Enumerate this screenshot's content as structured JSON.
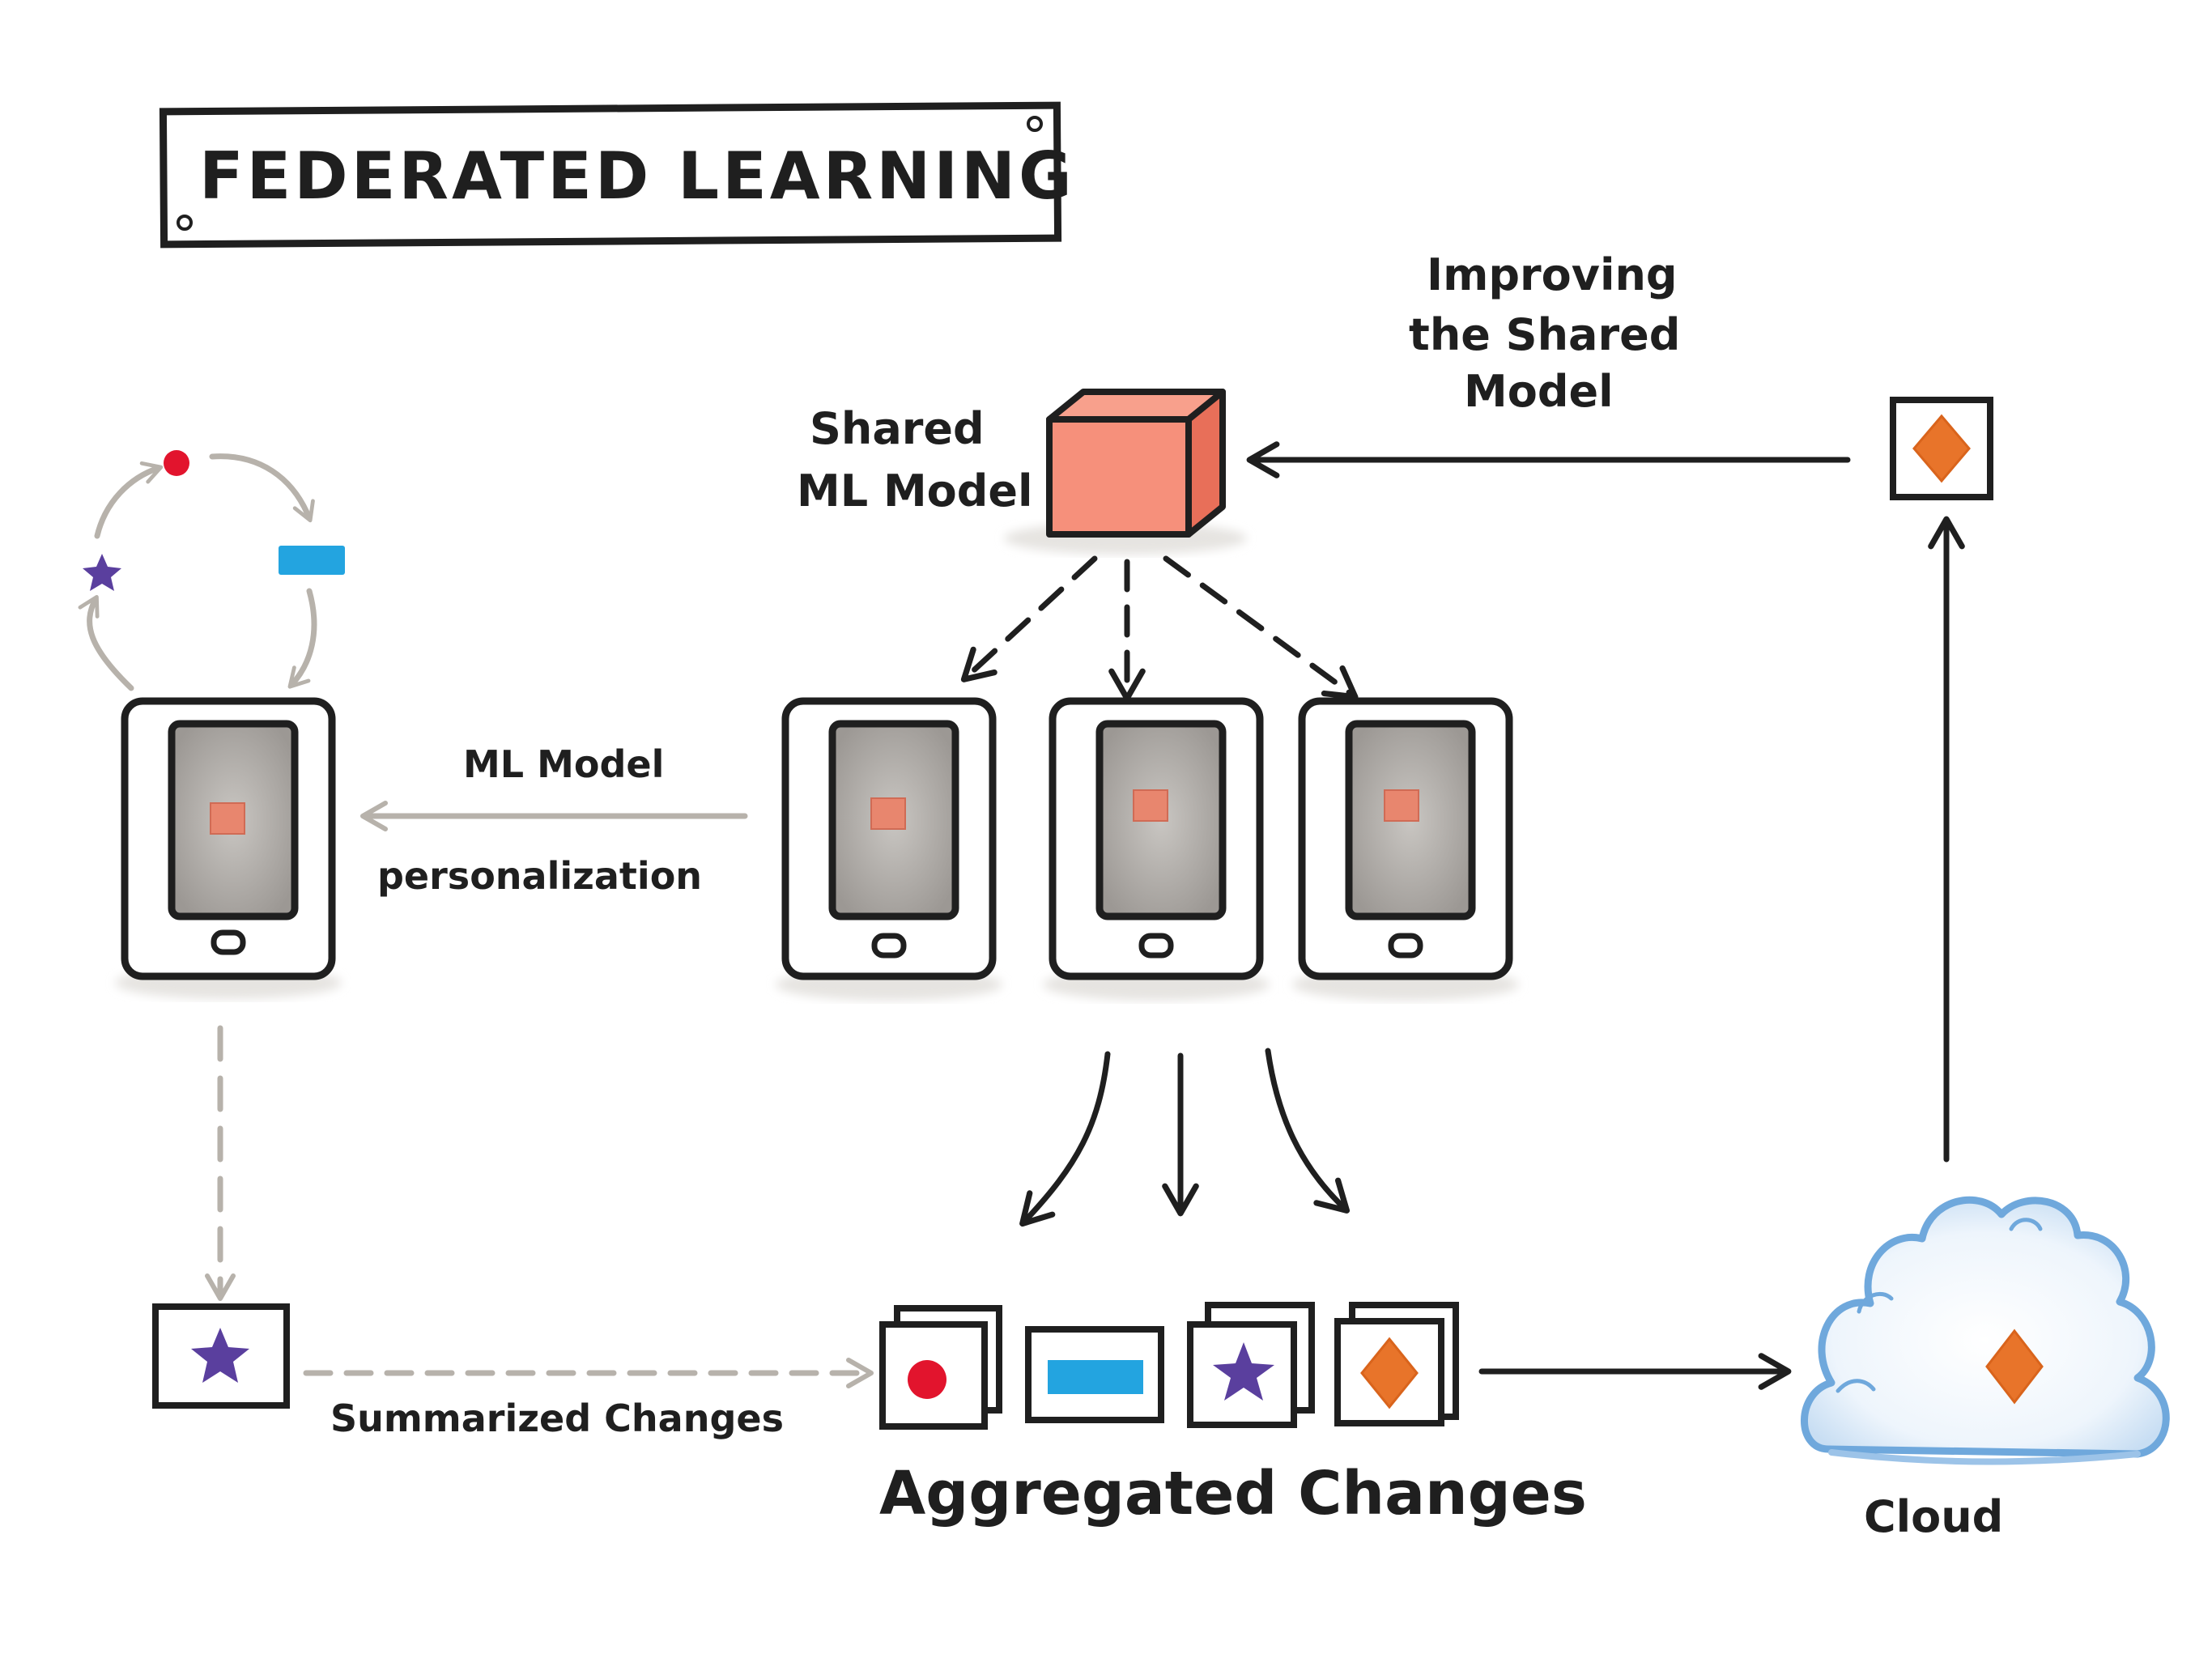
{
  "title": "FEDERATED LEARNING",
  "labels": {
    "shared_model": [
      "Shared",
      "ML Model"
    ],
    "improving": [
      "Improving",
      "the Shared",
      "Model"
    ],
    "ml_model": "ML Model",
    "personalization": "personalization",
    "summarized_changes": "Summarized Changes",
    "aggregated_changes": "Aggregated Changes",
    "cloud": "Cloud"
  },
  "colors": {
    "ink": "#1f1f1f",
    "cube": "#f6907b",
    "cube_top": "#f8a08c",
    "cube_side": "#e86f59",
    "screen": "#a9a6a3",
    "gray_arrow": "#b7b2ab",
    "red_dot": "#e2142d",
    "blue_bar": "#23a4e0",
    "purple_star": "#5a3f9e",
    "orange_diamond": "#e8742a",
    "cloud_stroke": "#6fa8dc",
    "cloud_fill": "#dcebf8"
  },
  "icons": {
    "cube": "cube-icon",
    "phone": "smartphone-icon",
    "dot": "circle-icon",
    "bar": "rectangle-icon",
    "star": "star-icon",
    "diamond": "diamond-icon",
    "cloud": "cloud-icon"
  }
}
